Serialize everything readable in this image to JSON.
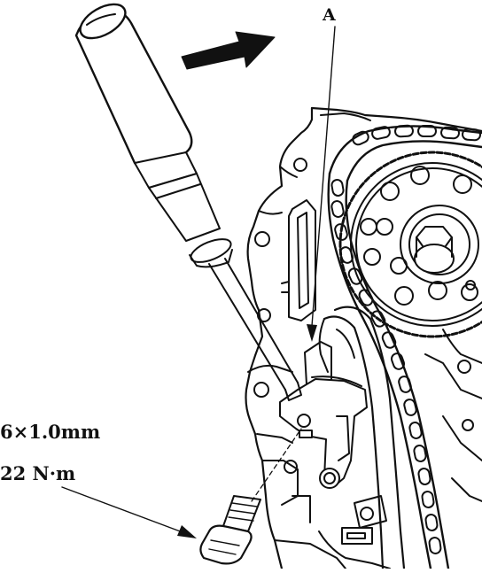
{
  "diagram": {
    "callout_label": "A",
    "bolt_spec": "6×1.0mm",
    "torque_spec": "22 N·m"
  },
  "colors": {
    "ink": "#111111",
    "paper": "#ffffff"
  },
  "icons": [
    "direction-arrow-icon",
    "screwdriver-icon",
    "bolt-icon"
  ]
}
